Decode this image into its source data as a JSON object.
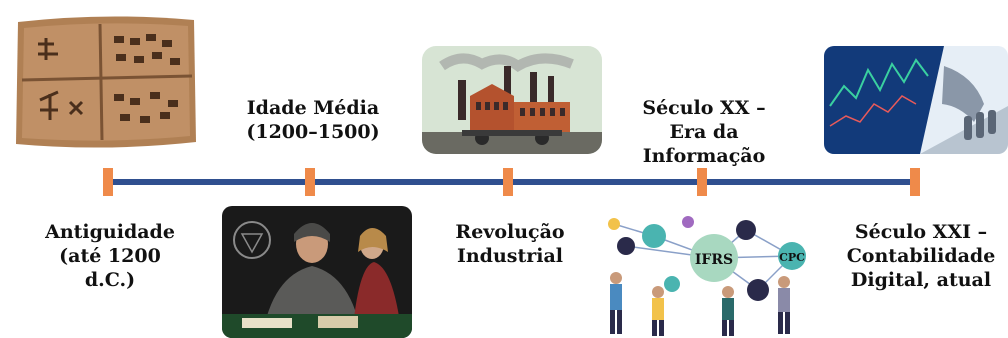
{
  "eras": [
    {
      "label": "Antiguidade\n(até 1200\nd.C.)"
    },
    {
      "label": "Idade Média\n(1200–1500)"
    },
    {
      "label": "Revolução\nIndustrial"
    },
    {
      "label": "Século XX –\nEra da\nInformação"
    },
    {
      "label": "Século XXI –\nContabilidade\nDigital, atual"
    }
  ],
  "network_labels": {
    "ifrs": "IFRS",
    "cpc": "CPC"
  },
  "colors": {
    "line": "#2f4f8f",
    "tick": "#ef8a4a",
    "text": "#111111"
  }
}
